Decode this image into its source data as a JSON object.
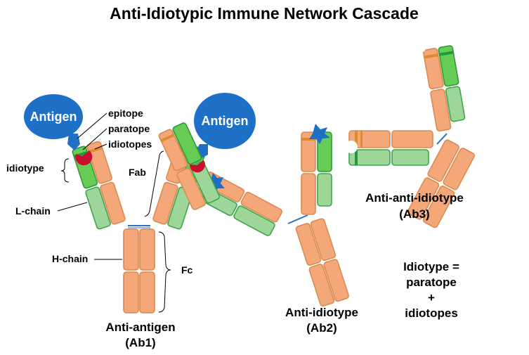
{
  "title": "Anti-Idiotypic Immune Network Cascade",
  "labels": {
    "epitope": "epitope",
    "paratope": "paratope",
    "idiotopes": "idiotopes",
    "idiotype": "idiotype",
    "fab": "Fab",
    "l_chain": "L-chain",
    "h_chain": "H-chain",
    "fc": "Fc"
  },
  "antigens": [
    "Antigen",
    "Antigen"
  ],
  "antibodies": {
    "ab1": {
      "line1": "Anti-antigen",
      "line2": "(Ab1)"
    },
    "ab2": {
      "line1": "Anti-idiotype",
      "line2": "(Ab2)"
    },
    "ab3": {
      "line1": "Anti-anti-idiotype",
      "line2": "(Ab3)"
    }
  },
  "definition": {
    "line1": "Idiotype =",
    "line2": "paratope",
    "line3": "+",
    "line4": "idiotopes"
  },
  "colors": {
    "heavy_chain": "#F4A87A",
    "light_chain": "#9ED699",
    "antigen": "#1E6FC6",
    "epitope_marker": "#C8102E",
    "idiotope_band": "#E08A2E"
  }
}
